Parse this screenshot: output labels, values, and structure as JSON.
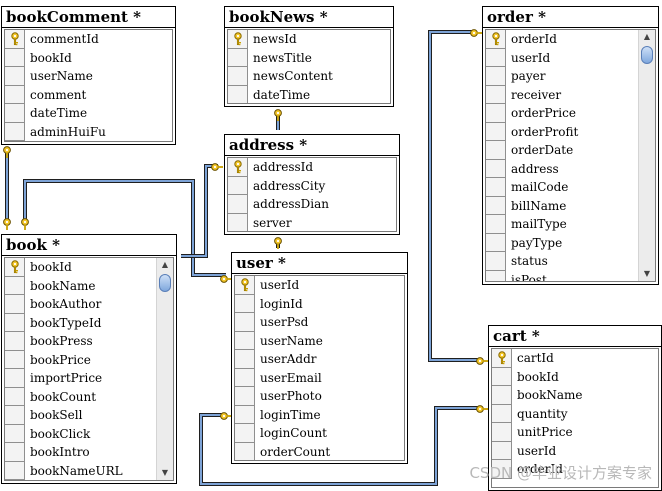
{
  "tables": {
    "bookComment": {
      "title": "bookComment *",
      "fields": [
        {
          "name": "commentId",
          "key": true
        },
        {
          "name": "bookId",
          "key": false
        },
        {
          "name": "userName",
          "key": false
        },
        {
          "name": "comment",
          "key": false
        },
        {
          "name": "dateTime",
          "key": false
        },
        {
          "name": "adminHuiFu",
          "key": false
        }
      ]
    },
    "bookNews": {
      "title": "bookNews *",
      "fields": [
        {
          "name": "newsId",
          "key": true
        },
        {
          "name": "newsTitle",
          "key": false
        },
        {
          "name": "newsContent",
          "key": false
        },
        {
          "name": "dateTime",
          "key": false
        }
      ]
    },
    "order": {
      "title": "order *",
      "fields": [
        {
          "name": "orderId",
          "key": true
        },
        {
          "name": "userId",
          "key": false
        },
        {
          "name": "payer",
          "key": false
        },
        {
          "name": "receiver",
          "key": false
        },
        {
          "name": "orderPrice",
          "key": false
        },
        {
          "name": "orderProfit",
          "key": false
        },
        {
          "name": "orderDate",
          "key": false
        },
        {
          "name": "address",
          "key": false
        },
        {
          "name": "mailCode",
          "key": false
        },
        {
          "name": "billName",
          "key": false
        },
        {
          "name": "mailType",
          "key": false
        },
        {
          "name": "payType",
          "key": false
        },
        {
          "name": "status",
          "key": false
        },
        {
          "name": "isPost",
          "key": false
        }
      ]
    },
    "address": {
      "title": "address *",
      "fields": [
        {
          "name": "addressId",
          "key": true
        },
        {
          "name": "addressCity",
          "key": false
        },
        {
          "name": "addressDian",
          "key": false
        },
        {
          "name": "server",
          "key": false
        }
      ]
    },
    "book": {
      "title": "book *",
      "fields": [
        {
          "name": "bookId",
          "key": true
        },
        {
          "name": "bookName",
          "key": false
        },
        {
          "name": "bookAuthor",
          "key": false
        },
        {
          "name": "bookTypeId",
          "key": false
        },
        {
          "name": "bookPress",
          "key": false
        },
        {
          "name": "bookPrice",
          "key": false
        },
        {
          "name": "importPrice",
          "key": false
        },
        {
          "name": "bookCount",
          "key": false
        },
        {
          "name": "bookSell",
          "key": false
        },
        {
          "name": "bookClick",
          "key": false
        },
        {
          "name": "bookIntro",
          "key": false
        },
        {
          "name": "bookNameURL",
          "key": false
        }
      ]
    },
    "user": {
      "title": "user *",
      "fields": [
        {
          "name": "userId",
          "key": true
        },
        {
          "name": "loginId",
          "key": false
        },
        {
          "name": "userPsd",
          "key": false
        },
        {
          "name": "userName",
          "key": false
        },
        {
          "name": "userAddr",
          "key": false
        },
        {
          "name": "userEmail",
          "key": false
        },
        {
          "name": "userPhoto",
          "key": false
        },
        {
          "name": "loginTime",
          "key": false
        },
        {
          "name": "loginCount",
          "key": false
        },
        {
          "name": "orderCount",
          "key": false
        }
      ]
    },
    "cart": {
      "title": "cart *",
      "fields": [
        {
          "name": "cartId",
          "key": true
        },
        {
          "name": "bookId",
          "key": false
        },
        {
          "name": "bookName",
          "key": false
        },
        {
          "name": "quantity",
          "key": false
        },
        {
          "name": "unitPrice",
          "key": false
        },
        {
          "name": "userId",
          "key": false
        },
        {
          "name": "orderId",
          "key": false
        }
      ]
    }
  },
  "key_icon": "key-icon",
  "colors": {
    "relationship_line": "#7da3d6",
    "relationship_line_dark": "#1f1f1f",
    "key_gold": "#e0b000"
  },
  "watermark": "CSDN @毕业设计方案专家"
}
